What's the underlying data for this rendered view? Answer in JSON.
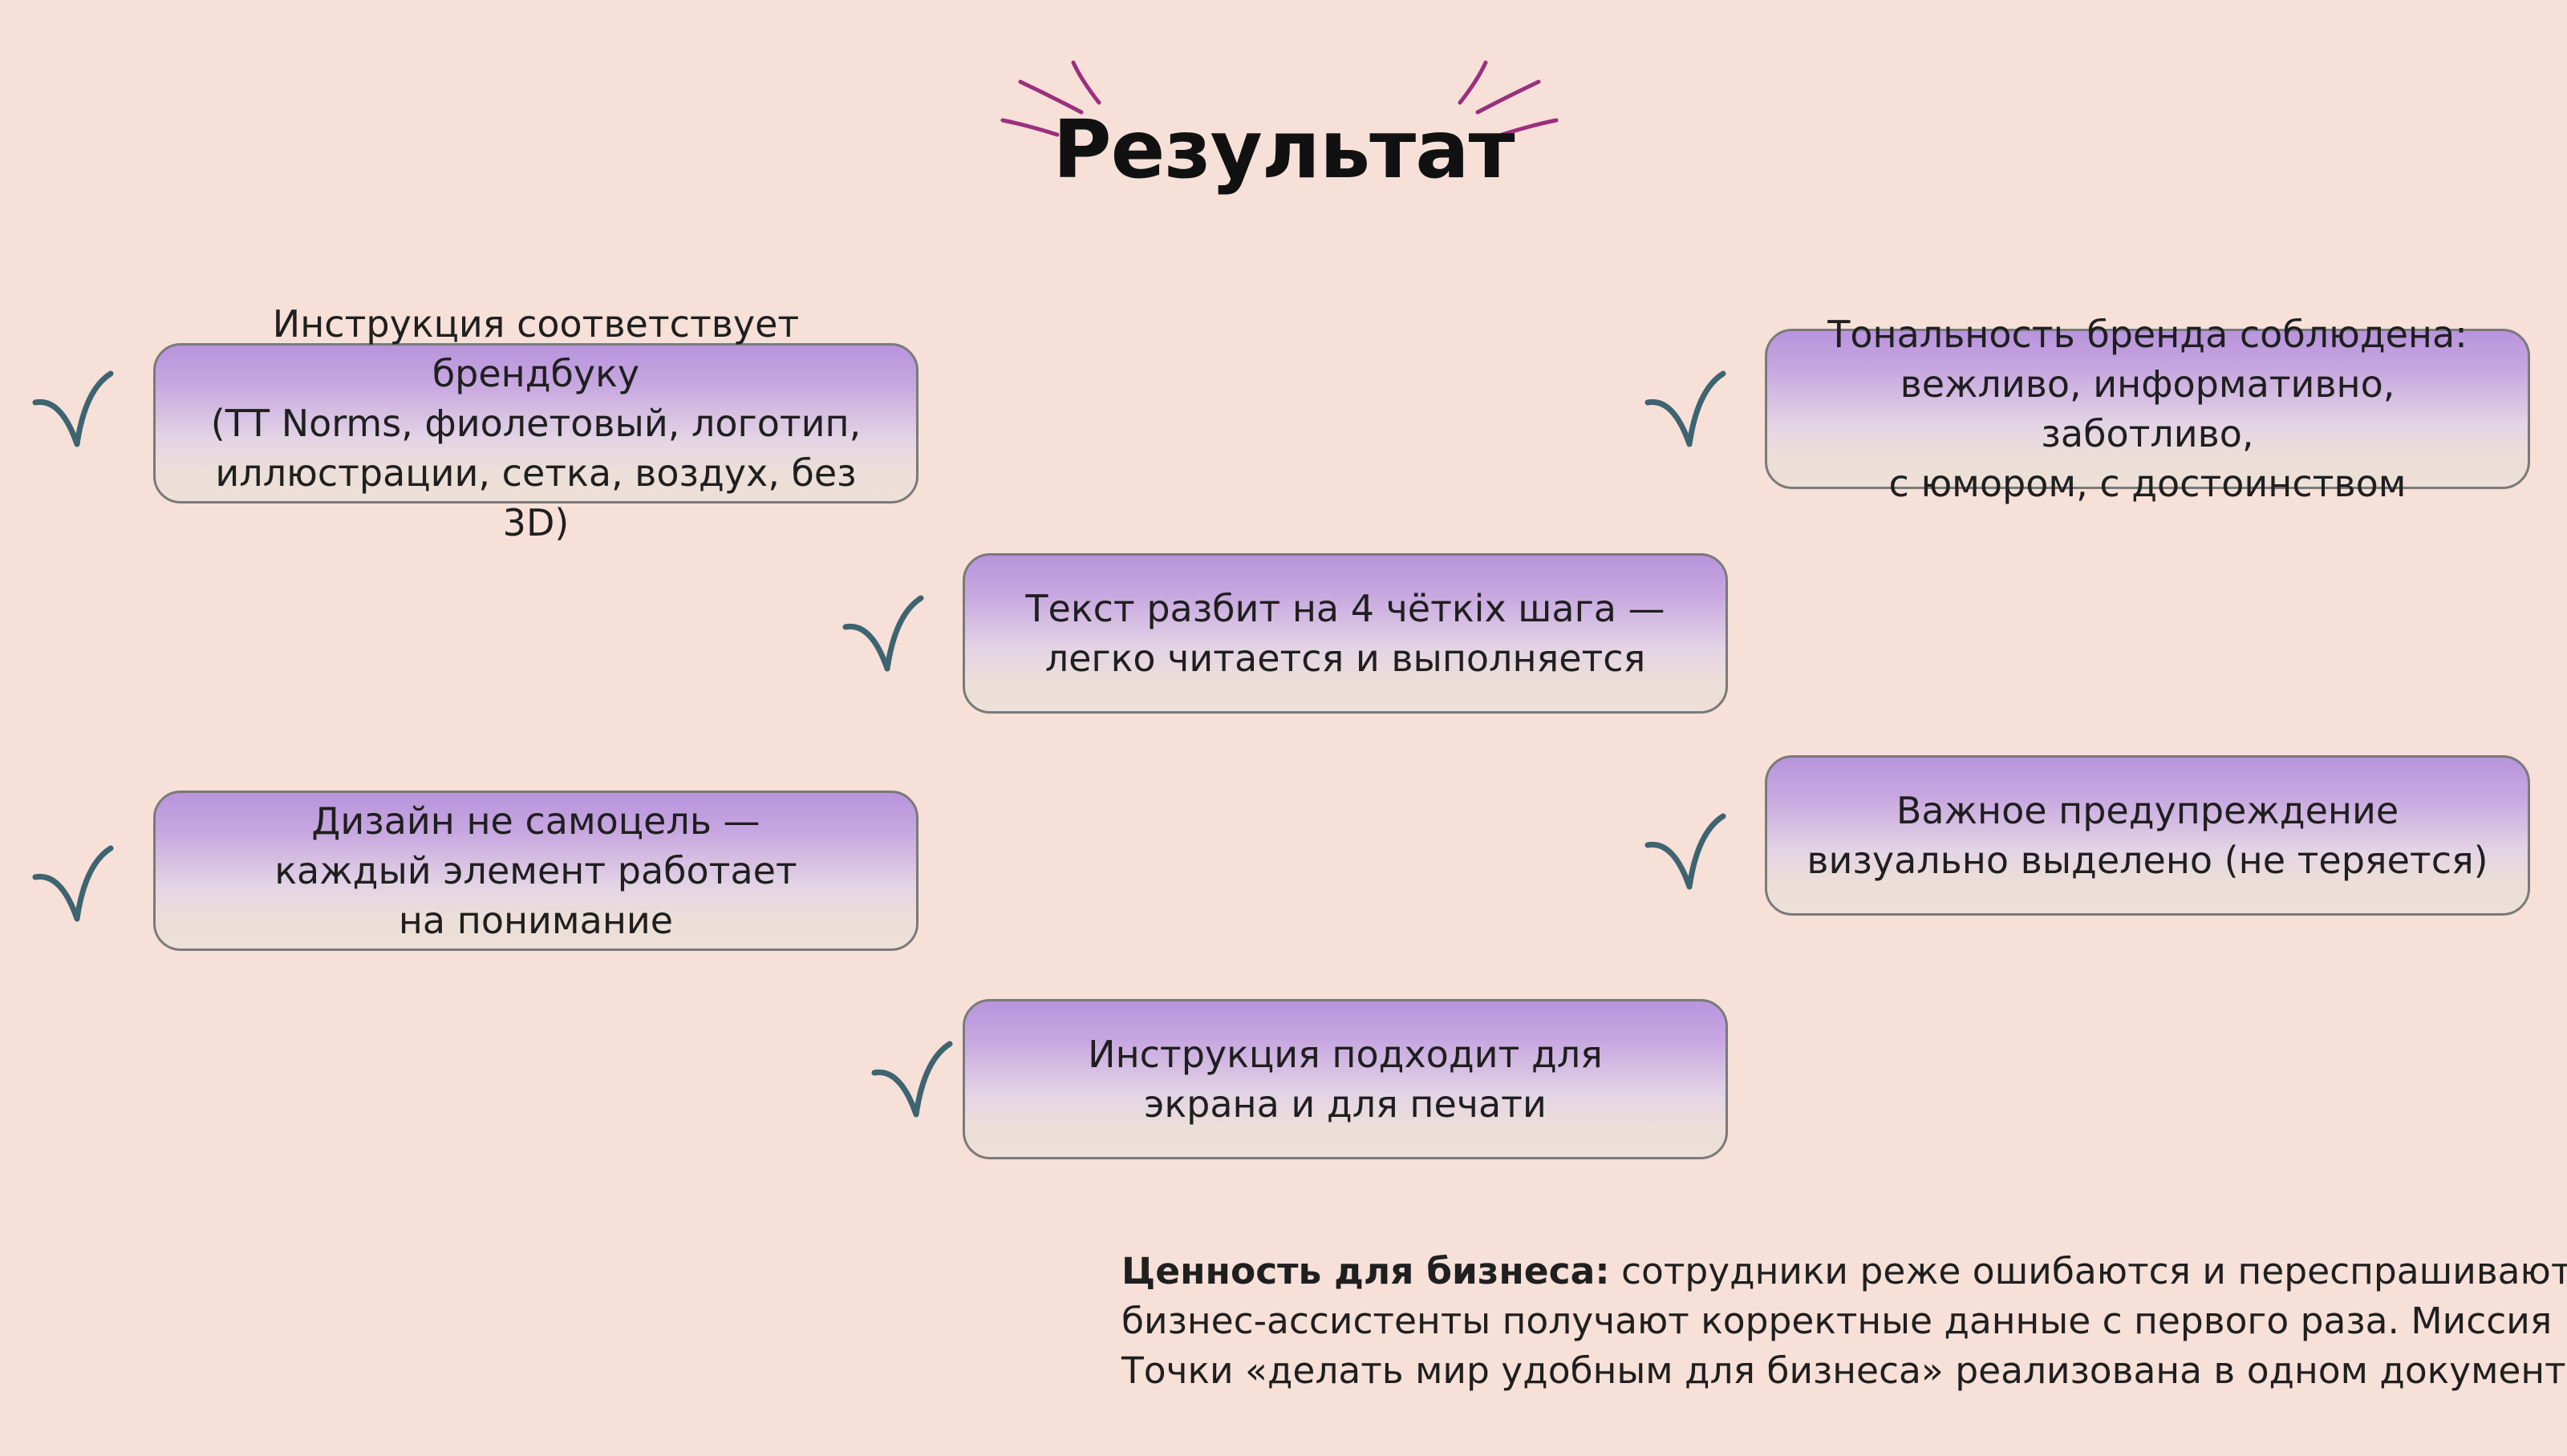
{
  "title": "Результат",
  "cards": [
    {
      "text": "Инструкция соответствует брендбуку\n(TT Norms, фиолетовый, логотип,\nиллюстрации, сетка, воздух, без 3D)"
    },
    {
      "text": "Тональность бренда соблюдена:\nвежливо, информативно, заботливо,\nс юмором, с достоинством"
    },
    {
      "text": "Текст разбит на 4 чёткiх шага —\nлегко читается и выполняется"
    },
    {
      "text": "Дизайн не самоцель —\nкаждый элемент работает\nна понимание"
    },
    {
      "text": "Важное предупреждение\nвизуально выделено (не теряется)"
    },
    {
      "text": "Инструкция подходит для\nэкрана и для печати"
    }
  ],
  "footer": {
    "label": "Ценность для бизнеса:",
    "line1": " сотрудники реже ошибаются и переспрашивают,",
    "line2": "бизнес-ассистенты получают корректные данные с первого раза. Миссия",
    "line3": "Точки «делать мир удобным для бизнеса» реализована в одном документе."
  },
  "colors": {
    "background": "#f6e0d8",
    "card_top": "#b894dc",
    "card_bottom": "#ede0d8",
    "check": "#3d6470",
    "burst": "#9b2f7e"
  },
  "icons": {
    "check": "check-mark-icon",
    "burst": "sparkle-burst-icon"
  }
}
